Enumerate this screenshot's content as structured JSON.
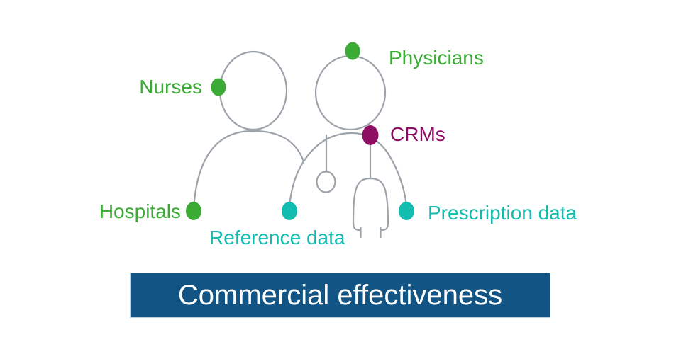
{
  "colors": {
    "green": "#3bab35",
    "teal": "#12bcae",
    "purple": "#8e0e63",
    "figure_line": "#9ca3aa",
    "banner_bg": "#125584",
    "banner_text": "#ffffff"
  },
  "diagram": {
    "description": "Two outlined person figures (nurse and doctor with stethoscope) with colored data-point dots",
    "labels": {
      "nurses": {
        "text": "Nurses"
      },
      "physicians": {
        "text": "Physicians"
      },
      "crms": {
        "text": "CRMs"
      },
      "hospitals": {
        "text": "Hospitals"
      },
      "reference_data": {
        "text": "Reference data"
      },
      "prescription_data": {
        "text": "Prescription data"
      }
    }
  },
  "banner": {
    "label": "Commercial effectiveness"
  }
}
